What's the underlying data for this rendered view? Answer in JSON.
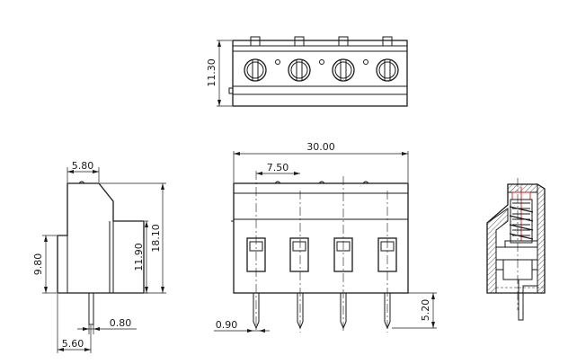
{
  "dimensions": {
    "top_height": "11.30",
    "overall_width": "30.00",
    "pitch": "7.50",
    "side_top": "5.80",
    "side_lower": "9.80",
    "side_mid": "11.90",
    "side_overall": "18.10",
    "pin_width": "0.80",
    "pin_offset": "5.60",
    "front_pin": "0.90",
    "pin_length": "5.20"
  }
}
